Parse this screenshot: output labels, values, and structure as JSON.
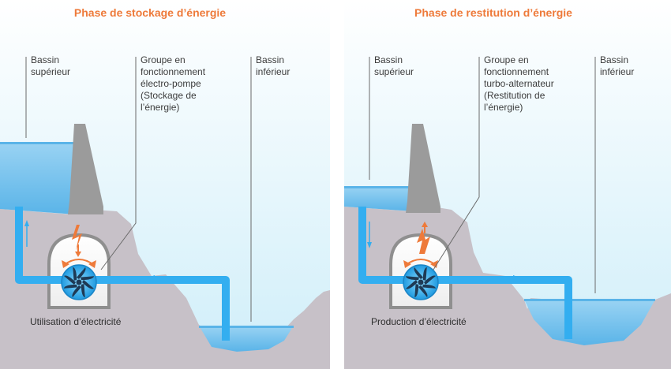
{
  "colors": {
    "sky_top": "#ffffff",
    "sky_bottom": "#cfeef9",
    "rock": "#c7c1c8",
    "dam": "#9b9b9b",
    "water": "#7cc2ec",
    "pipe": "#33aef0",
    "bolt": "#ee7a3a",
    "title": "#ee7a3a"
  },
  "left": {
    "title": "Phase de stockage d’énergie",
    "upper_label": [
      "Bassin",
      "supérieur"
    ],
    "group_label": [
      "Groupe en",
      "fonctionnement",
      "électro-pompe",
      "(Stockage de",
      "l’énergie)"
    ],
    "lower_label": [
      "Bassin",
      "inférieur"
    ],
    "caption": "Utilisation d’électricité"
  },
  "right": {
    "title": "Phase de restitution d’énergie",
    "upper_label": [
      "Bassin",
      "supérieur"
    ],
    "group_label": [
      "Groupe en",
      "fonctionnement",
      "turbo-alternateur",
      "(Restitution de",
      "l’énergie)"
    ],
    "lower_label": [
      "Bassin",
      "inférieur"
    ],
    "caption": "Production d’électricité"
  },
  "icons": [
    "lightning-icon",
    "turbine-icon",
    "flow-arrow-icon",
    "rotation-arrow-icon"
  ]
}
